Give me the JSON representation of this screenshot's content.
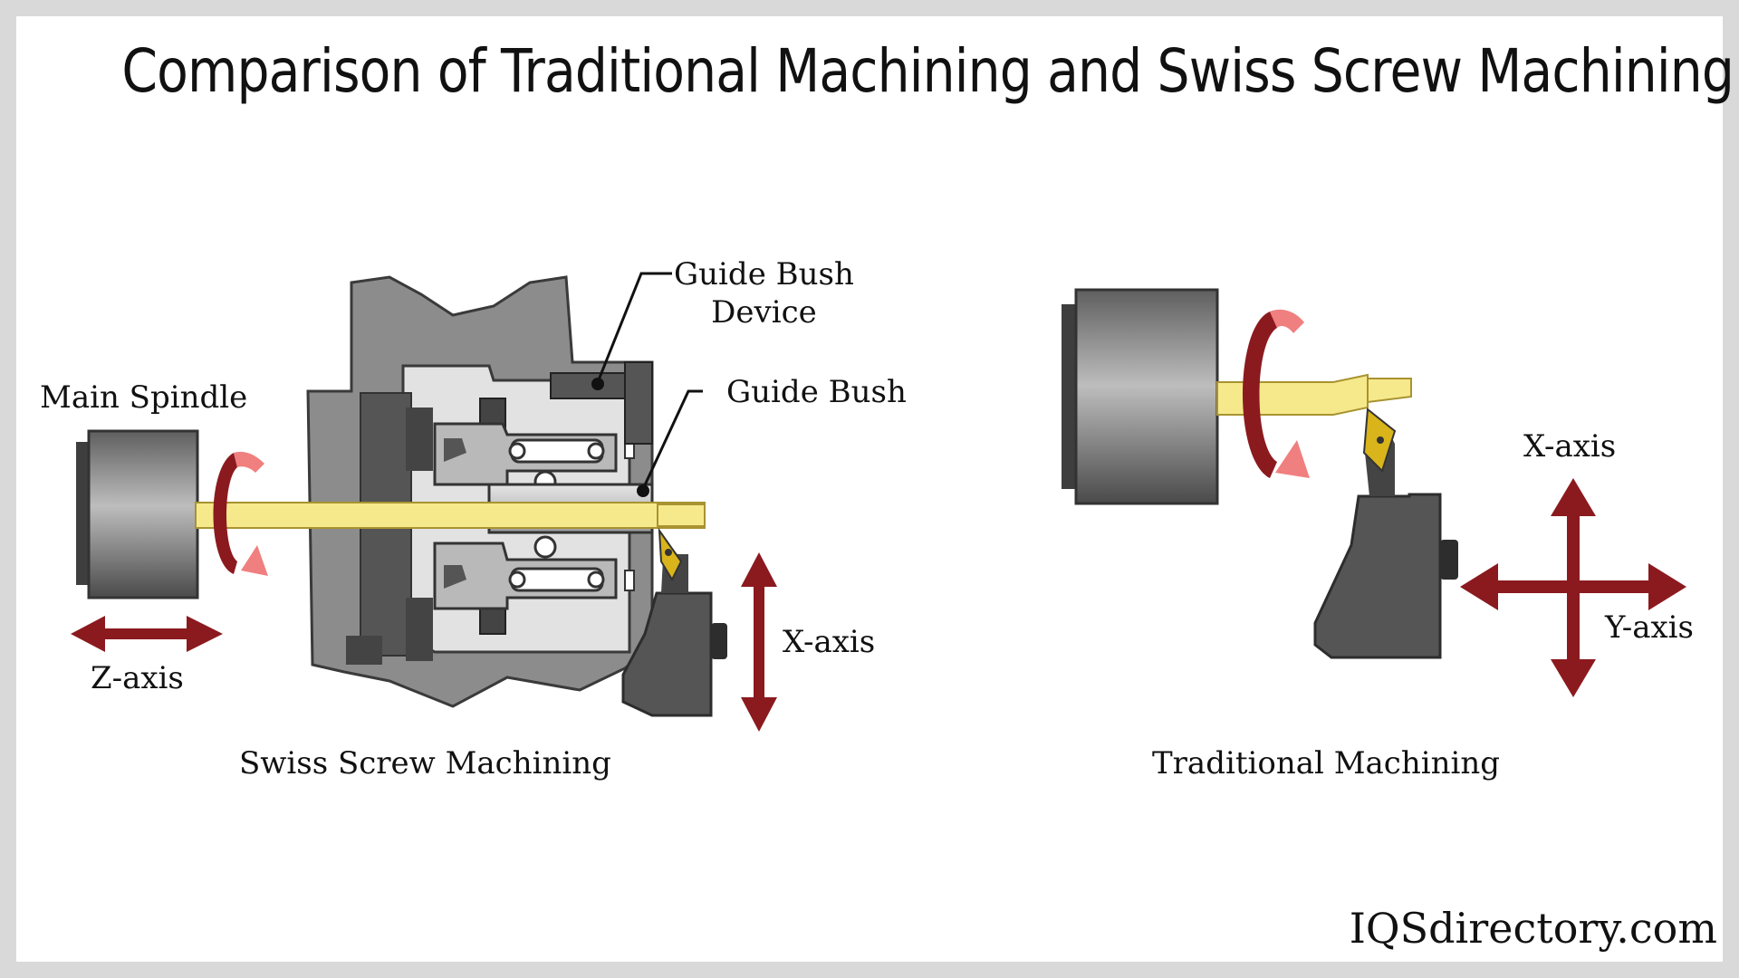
{
  "title": "Comparison of Traditional Machining and Swiss Screw Machining",
  "labels": {
    "guide_bush_device_line1": "Guide Bush",
    "guide_bush_device_line2": "Device",
    "guide_bush": "Guide Bush",
    "main_spindle": "Main Spindle",
    "z_axis": "Z-axis",
    "x_axis_left": "X-axis",
    "x_axis_right": "X-axis",
    "y_axis": "Y-axis",
    "caption_swiss": "Swiss Screw Machining",
    "caption_traditional": "Traditional Machining"
  },
  "brand": "IQSdirectory.com",
  "colors": {
    "arrow_dark_red": "#8b1a1f",
    "rotation_pink": "#f07f7f",
    "workpiece_yellow": "#f6e98c",
    "insert_yellow": "#d9b41b",
    "machine_gray": "#8c8c8c",
    "dark_gray": "#555555",
    "light_gray": "#c9c9c9"
  }
}
